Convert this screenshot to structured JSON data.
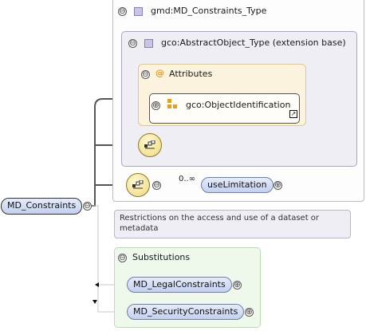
{
  "main_type": {
    "title": "gmd:MD_Constraints_Type"
  },
  "extension": {
    "title": "gco:AbstractObject_Type (extension base)"
  },
  "attributes": {
    "title": "Attributes",
    "item": "gco:ObjectIdentification"
  },
  "element": {
    "name": "useLimitation",
    "cardinality": "0..∞"
  },
  "root": {
    "name": "MD_Constraints"
  },
  "documentation": "Restrictions on the access and use of a dataset or metadata",
  "substitutions": {
    "title": "Substitutions",
    "items": [
      "MD_LegalConstraints",
      "MD_SecurityConstraints"
    ]
  },
  "icons": {
    "collapse": "⊖",
    "expand": "⊕",
    "attribute": "@"
  },
  "colors": {
    "pill_fill": "#c3d0ee",
    "attribute_panel": "#fbf3dd",
    "substitution_panel": "#eef9ec",
    "extension_panel": "#efeef5"
  }
}
